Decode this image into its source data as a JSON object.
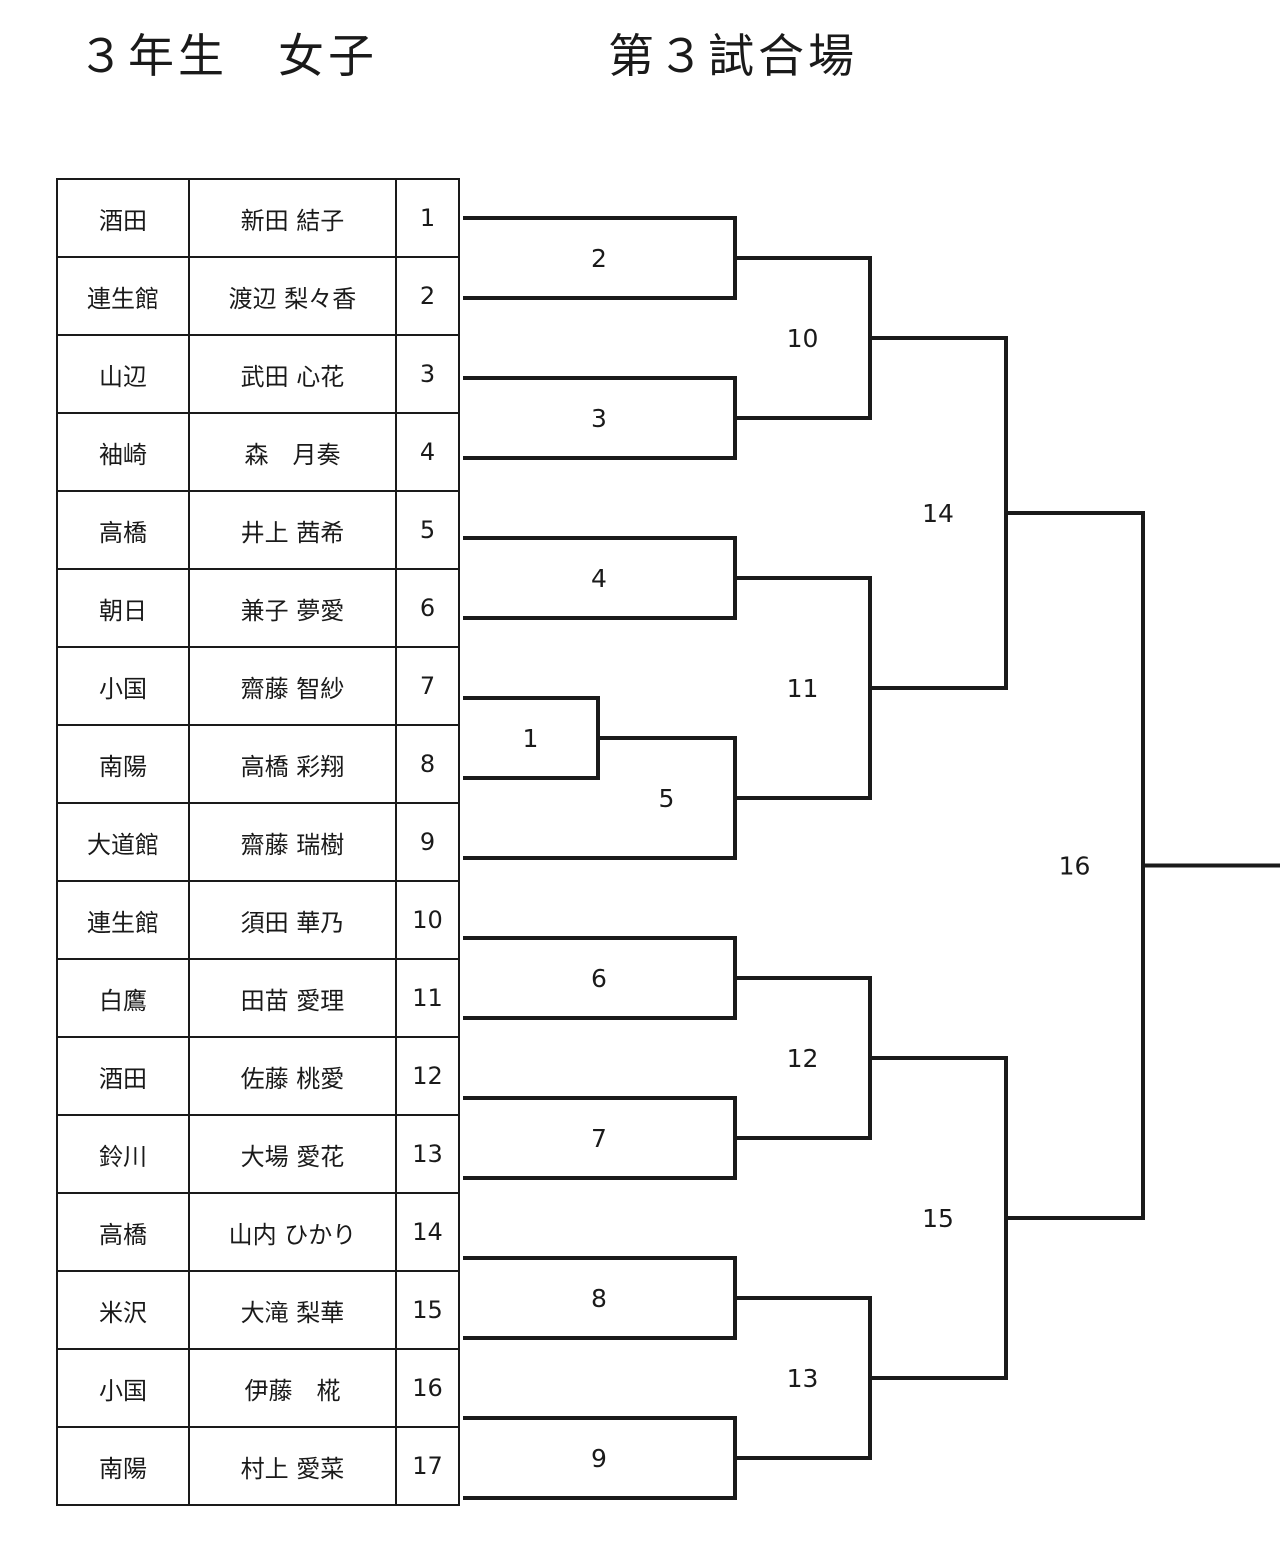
{
  "header": {
    "title_left": "３年生　女子",
    "title_right": "第３試合場"
  },
  "entries": [
    {
      "club": "酒田",
      "name": "新田 結子",
      "seed": "1"
    },
    {
      "club": "連生館",
      "name": "渡辺 梨々香",
      "seed": "2"
    },
    {
      "club": "山辺",
      "name": "武田 心花",
      "seed": "3"
    },
    {
      "club": "袖崎",
      "name": "森　月奏",
      "seed": "4"
    },
    {
      "club": "高橋",
      "name": "井上 茜希",
      "seed": "5"
    },
    {
      "club": "朝日",
      "name": "兼子 夢愛",
      "seed": "6"
    },
    {
      "club": "小国",
      "name": "齋藤 智紗",
      "seed": "7"
    },
    {
      "club": "南陽",
      "name": "高橋 彩翔",
      "seed": "8"
    },
    {
      "club": "大道館",
      "name": "齋藤 瑞樹",
      "seed": "9"
    },
    {
      "club": "連生館",
      "name": "須田 華乃",
      "seed": "10"
    },
    {
      "club": "白鷹",
      "name": "田苗 愛理",
      "seed": "11"
    },
    {
      "club": "酒田",
      "name": "佐藤 桃愛",
      "seed": "12"
    },
    {
      "club": "鈴川",
      "name": "大場 愛花",
      "seed": "13"
    },
    {
      "club": "高橋",
      "name": "山内 ひかり",
      "seed": "14"
    },
    {
      "club": "米沢",
      "name": "大滝 梨華",
      "seed": "15"
    },
    {
      "club": "小国",
      "name": "伊藤　椛",
      "seed": "16"
    },
    {
      "club": "南陽",
      "name": "村上 愛菜",
      "seed": "17"
    }
  ],
  "bracket": {
    "matches": [
      {
        "number": "1",
        "round": 0,
        "top": "7",
        "bottom": "8"
      },
      {
        "number": "2",
        "round": 1,
        "top": "1",
        "bottom": "2"
      },
      {
        "number": "3",
        "round": 1,
        "top": "3",
        "bottom": "4"
      },
      {
        "number": "4",
        "round": 1,
        "top": "5",
        "bottom": "6"
      },
      {
        "number": "5",
        "round": 1,
        "top": "M1",
        "bottom": "9"
      },
      {
        "number": "6",
        "round": 1,
        "top": "10",
        "bottom": "11"
      },
      {
        "number": "7",
        "round": 1,
        "top": "12",
        "bottom": "13"
      },
      {
        "number": "8",
        "round": 1,
        "top": "14",
        "bottom": "15"
      },
      {
        "number": "9",
        "round": 1,
        "top": "16",
        "bottom": "17"
      },
      {
        "number": "10",
        "round": 2,
        "top": "M2",
        "bottom": "M3"
      },
      {
        "number": "11",
        "round": 2,
        "top": "M4",
        "bottom": "M5"
      },
      {
        "number": "12",
        "round": 2,
        "top": "M6",
        "bottom": "M7"
      },
      {
        "number": "13",
        "round": 2,
        "top": "M8",
        "bottom": "M9"
      },
      {
        "number": "14",
        "round": 3,
        "top": "M10",
        "bottom": "M11"
      },
      {
        "number": "15",
        "round": 3,
        "top": "M12",
        "bottom": "M13"
      },
      {
        "number": "16",
        "round": 4,
        "top": "M14",
        "bottom": "M15"
      }
    ]
  }
}
